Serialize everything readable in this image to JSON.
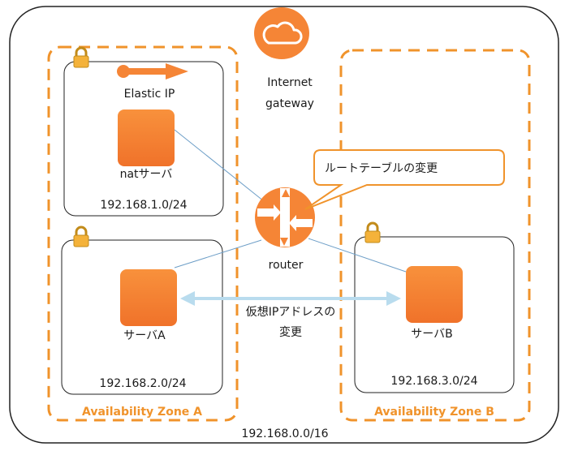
{
  "vpc": {
    "cidr": "192.168.0.0/16"
  },
  "internet_gateway": {
    "line1": "Internet",
    "line2": "gateway",
    "icon": "cloud-icon"
  },
  "router": {
    "label": "router",
    "icon": "router-icon"
  },
  "callout": {
    "text": "ルートテーブルの変更"
  },
  "virtual_ip_note": {
    "line1": "仮想IPアドレスの",
    "line2": "変更"
  },
  "zones": [
    {
      "label": "Availability Zone A"
    },
    {
      "label": "Availability Zone B"
    }
  ],
  "subnets": [
    {
      "cidr": "192.168.1.0/24",
      "icon": "lock-icon"
    },
    {
      "cidr": "192.168.2.0/24",
      "icon": "lock-icon"
    },
    {
      "cidr": "192.168.3.0/24",
      "icon": "lock-icon"
    }
  ],
  "elastic_ip": {
    "label": "Elastic IP"
  },
  "servers": [
    {
      "label": "natサーバ"
    },
    {
      "label": "サーバA"
    },
    {
      "label": "サーバB"
    }
  ],
  "colors": {
    "accent": "#f0932b",
    "instance": "#f58536",
    "link": "#6d9ec7",
    "arrow": "#b9dcee"
  }
}
